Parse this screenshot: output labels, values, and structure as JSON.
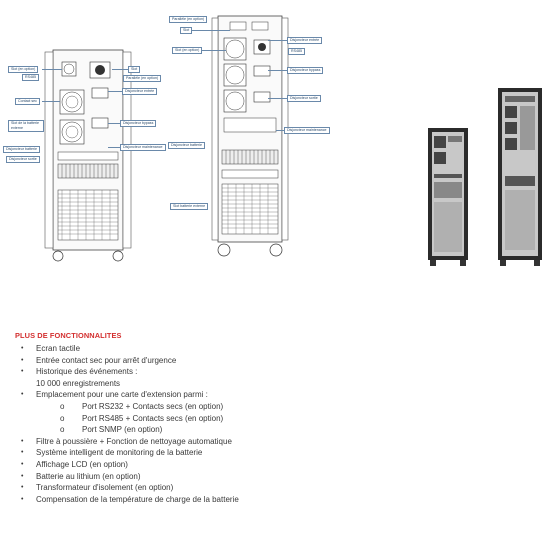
{
  "diagram_left": {
    "callouts": [
      "Slot (en option)",
      "RS485",
      "Slot",
      "Parallèle (en option)",
      "Disjoncteur entrée",
      "Contact sec",
      "Slot de la batterie externe",
      "Disjoncteur bypass",
      "Disjoncteur batterie",
      "Disjoncteur maintenance",
      "Disjoncteur sortie"
    ]
  },
  "diagram_middle": {
    "callouts": [
      "Parallèle (en option)",
      "Slot",
      "Slot (en option)",
      "Disjoncteur entrée",
      "RS485",
      "Disjoncteur bypass",
      "Disjoncteur sortie",
      "Disjoncteur maintenance",
      "Disjoncteur batterie",
      "Slot batterie externe"
    ]
  },
  "features": {
    "title": "PLUS DE FONCTIONNALITES",
    "items": [
      {
        "text": "Ecran tactile"
      },
      {
        "text": "Entrée contact sec pour arrêt d'urgence"
      },
      {
        "text": "Historique des événements :",
        "text2": "10 000 enregistrements"
      },
      {
        "text": "Emplacement pour une carte d'extension parmi :"
      },
      {
        "sub": "Port RS232 + Contacts secs (en option)"
      },
      {
        "sub": "Port RS485 + Contacts secs (en option)"
      },
      {
        "sub": "Port SNMP (en option)"
      },
      {
        "text": "Filtre à poussière + Fonction de nettoyage automatique"
      },
      {
        "text": "Système intelligent de monitoring de la batterie"
      },
      {
        "text": "Affichage LCD (en option)"
      },
      {
        "text": "Batterie au lithium (en option)"
      },
      {
        "text": "Transformateur d'isolement (en option)"
      },
      {
        "text": "Compensation de la température de charge de la batterie"
      }
    ]
  },
  "colors": {
    "accent": "#d32f2f",
    "callout_border": "#6a89aa",
    "cabinet_dark": "#2b2b2b",
    "cabinet_front": "#c8c8c8"
  }
}
